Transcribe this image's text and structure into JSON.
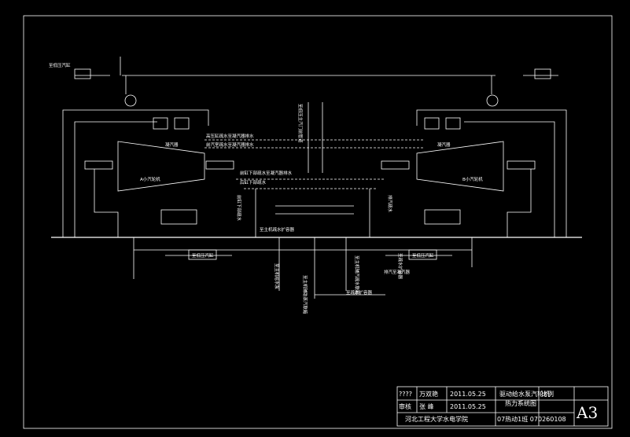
{
  "labels": {
    "main_steam_left": "至低压汽缸",
    "drain_left_top": "高压缸疏水至凝汽器排水",
    "drain_left_mid": "前汽室疏水至凝汽器排水",
    "condenser_left": "凝汽器",
    "turbine_left": "A小汽轮机",
    "drain_left_a": "前缸下部疏水至凝汽器排水",
    "drain_left_b": "后缸下部疏水",
    "turbine_right": "B小汽轮机",
    "condenser_right": "凝汽器",
    "header_vertical": "至低压主汽门前管道",
    "main_drain_header": "至主机疏水扩容器",
    "to_low_pressure": "至低压汽缸",
    "to_low_pressure_right": "至低压汽缸",
    "aux_left": "至主机给水泵",
    "aux_mid": "至主机辅助蒸汽联箱",
    "aux_right": "至主机辅汽疏水联箱",
    "drain_right": "至疏水扩容器",
    "vent_right": "排汽至凝汽器",
    "drain_bottom": "至疏水扩容器",
    "vert_drain_left": "前缸下部疏水",
    "vert_drain_right": "排汽疏水"
  },
  "title_block": {
    "designer_role": "????",
    "designer_name": "万双艳",
    "designer_date": "2011.05.25",
    "checker_role": "审核",
    "checker_name": "张 峰",
    "checker_date": "2011.05.25",
    "drawing_title_1": "驱动给水泵汽轮机",
    "drawing_title_2": "热力系统图",
    "scale_label": "比例",
    "school": "河北工程大学水电学院",
    "class_id": "07热动1班 070260108",
    "sheet_size": "A3"
  }
}
